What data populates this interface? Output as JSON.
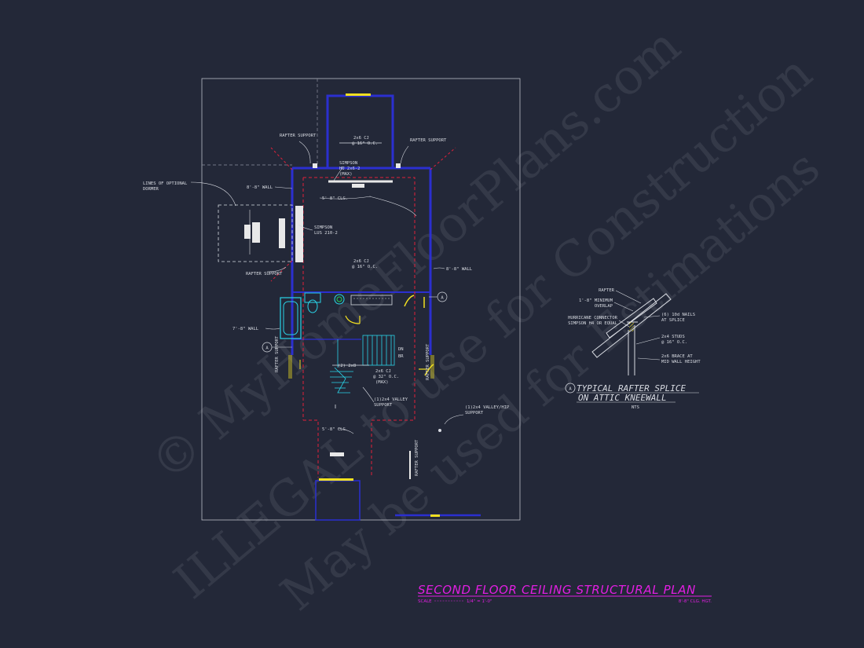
{
  "watermarks": {
    "line1": "© MyHomeFloorPlans.com",
    "line2": "ILLEGAL to use for Construction",
    "line3": "May be used for Estimations"
  },
  "plan_labels": {
    "rafter_support": "RAFTER SUPPORT",
    "rafter_support_right": "RAFTER SUPPORT",
    "rafter_support_left_low": "RAFTER SUPPORT",
    "cj_top": "2x6 CJ",
    "cj_top_spacing": "@ 16\" O.C.",
    "simpson_top": "SIMPSON",
    "simpson_top_model": "HU 2x6-2",
    "simpson_top_max": "(MAX)",
    "lines_optional_dormer": "LINES OF OPTIONAL",
    "lines_optional_dormer_2": "DORMER",
    "wall_8ft": "8'-8\" WALL",
    "clg_5ft_top": "5'-8\" CLG.",
    "simpson_mid": "SIMPSON",
    "simpson_mid_model": "LUS 210-2",
    "cj_mid": "2x6 CJ",
    "cj_mid_spacing": "@ 16\" O.C.",
    "wall_8ft_right": "8'-8\" WALL",
    "wall_7ft": "7'-8\" WALL",
    "section_tag": "A",
    "rafter_support_v1": "RAFTER SUPPORT",
    "rafter_support_v2": "RAFTER SUPPORT",
    "rafter_support_v3": "RAFTER SUPPORT",
    "dn": "DN",
    "br": "BR",
    "two_2x8": "(2) 2x8",
    "cj_low": "2x6 CJ",
    "cj_low_spacing": "@ 32\" O.C.",
    "cj_low_max": "(MAX)",
    "valley_support": "(1)2x4 VALLEY",
    "valley_support_2": "SUPPORT",
    "valley_hip_support": "(1)2x4 VALLEY/HIP",
    "valley_hip_support_2": "SUPPORT",
    "clg_5ft_low": "5'-8\" CLG."
  },
  "detail": {
    "rafter": "RAFTER",
    "min_overlap": "1'-8\" MINIMUM",
    "min_overlap_2": "OVERLAP",
    "hurricane": "HURRICANE CONNECTOR",
    "hurricane_2": "SIMPSON H4 OR EQUAL",
    "nails": "(6) 10d NAILS",
    "nails_2": "AT SPLICE",
    "studs": "2x4 STUDS",
    "studs_2": "@ 16\" O.C.",
    "brace": "2x6 BRACE AT",
    "brace_2": "MID WALL HEIGHT",
    "tag": "A",
    "title_line1": "TYPICAL RAFTER SPLICE",
    "title_line2": "ON ATTIC KNEEWALL",
    "nts": "NTS"
  },
  "title_block": {
    "title": "SECOND FLOOR CEILING STRUCTURAL PLAN",
    "scale_label": "SCALE",
    "scale_value": "1/4\" = 1'-0\"",
    "clg_height": "8'-8\" CLG. HGT."
  },
  "colors": {
    "background": "#232838",
    "wall_blue": "#2b2fd0",
    "dashed_red": "#e0203a",
    "magenta": "#e21ee2",
    "cyan": "#2ad4e8",
    "yellow": "#f2e020",
    "green": "#22d455"
  }
}
